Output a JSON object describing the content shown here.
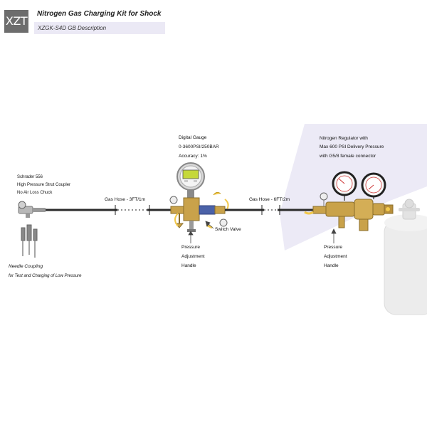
{
  "header": {
    "logo_text": "XZT",
    "title": "Nitrogen Gas Charging Kit for Shock",
    "subtitle": "XZGK-S4D GB Description"
  },
  "labels": {
    "gauge": [
      "Digital Gauge",
      "0-3600PSI/250BAR",
      "Accuracy: 1%"
    ],
    "regulator": [
      "Nitrogen Regulator with",
      "Max 600 PSI Delivery Pressure",
      "with G5/8 female connector"
    ],
    "schrader": [
      "Schrader 556",
      "High Pressure Strut Coupler",
      "No Air Loss Chuck"
    ],
    "hose_short": "Gas Hose - 3FT/1m",
    "hose_long": "Gas Hose - 6FT/2m",
    "switch_valve": "Switch Valve",
    "pressure_handle_left": [
      "Pressure",
      "Adjustment",
      "Handle"
    ],
    "pressure_handle_right": [
      "Pressure",
      "Adjustment",
      "Handle"
    ],
    "needle": [
      "Needle Coupling",
      "for Test and Charging of Low Pressure"
    ]
  },
  "colors": {
    "brass": "#c9a24a",
    "yellow_cap": "#f2c94c",
    "hose": "#2b2b2b",
    "logo_bg": "#6d6d6d",
    "panel": "#eceaf6",
    "cylinder": "#eeeeee"
  }
}
